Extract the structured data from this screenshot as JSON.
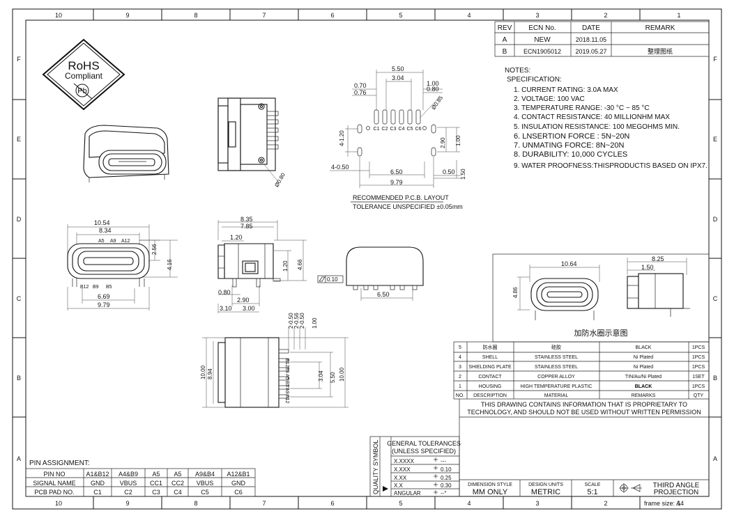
{
  "frame": {
    "columns": [
      "10",
      "9",
      "8",
      "7",
      "6",
      "5",
      "4",
      "3",
      "2",
      "1"
    ],
    "rows": [
      "F",
      "E",
      "D",
      "C",
      "B",
      "A"
    ]
  },
  "revision_table": {
    "headers": [
      "REV",
      "ECN No.",
      "DATE",
      "REMARK"
    ],
    "rows": [
      [
        "A",
        "NEW",
        "2018.11.05",
        ""
      ],
      [
        "B",
        "ECN1905012",
        "2019.05.27",
        "整理图纸"
      ]
    ]
  },
  "rohs": {
    "line1": "RoHS",
    "line2": "Compliant",
    "line3": "Pb"
  },
  "notes": {
    "title": "NOTES:",
    "subtitle": "SPECIFICATION:",
    "items": [
      "1. CURRENT RATING: 3.0A MAX",
      "2. VOLTAGE: 100 VAC",
      "3. TEMPERATURE RANGE: -30 °C ~ 85 °C",
      "4. CONTACT RESISTANCE: 40 MILLIONHM MAX",
      "5. INSULATION RESISTANCE: 100 MEGOHMS MIN.",
      "6. LNSERTION FORCE : 5N~20N",
      "7. UNMATING FORCE: 8N~20N",
      "8. DURABILITY:   10,000 CYCLES",
      "9. WATER PROOFNESS:THISPRODUCTIS BASED ON IPX7."
    ]
  },
  "pcb_layout": {
    "dims": {
      "w550": "5.50",
      "w304": "3.04",
      "w070": "0.70",
      "w076": "0.76",
      "w100": "1.00",
      "w080": "0.80",
      "d085": "Ø0.85",
      "d4x120": "4-1.20",
      "d290": "2.90",
      "d100v": "1.00",
      "d4x050": "4-0.50",
      "w650": "6.50",
      "w979": "9.79",
      "d050": "0.50",
      "d150": "1.50"
    },
    "pin_labels": [
      "C1",
      "C2",
      "C3",
      "C4",
      "C5",
      "C6"
    ],
    "caption1": "RECOMMENDED  P.C.B. LAYOUT",
    "caption2": "TOLERANCE UNSPECIFIED ±0.05mm"
  },
  "side_view": {
    "d080": "Ø0.80"
  },
  "front_view": {
    "w1054": "10.54",
    "w834": "8.34",
    "h256": "2.56",
    "h416": "4.16",
    "w669": "6.69",
    "w979": "9.79",
    "top_pins": [
      "A5",
      "A9",
      "A12"
    ],
    "bottom_pins": [
      "B12",
      "B9",
      "B5"
    ]
  },
  "profile_view": {
    "w835": "8.35",
    "w785": "7.85",
    "w120": "1.20",
    "h120": "1.20",
    "h466": "4.66",
    "w080": "0.80",
    "w290": "2.90",
    "w310": "3.10",
    "w300": "3.00"
  },
  "flat_view": {
    "flatness": "0.10",
    "w650": "6.50"
  },
  "bottom_view": {
    "h1000": "10.00",
    "h894": "8.94",
    "d2x050a": "2-0.50",
    "d2x056": "2-0.56",
    "d2x050b": "2-0.50",
    "d100": "1.00",
    "h304": "3.04",
    "h550": "5.50",
    "h1000r": "10.00",
    "pin_labels": [
      "B12",
      "B9",
      "A5",
      "B5",
      "A9",
      "A12"
    ]
  },
  "seal_view": {
    "w1064": "10.64",
    "h486": "4.86",
    "w825": "8.25",
    "w150": "1.50",
    "caption": "加防水圈示意图"
  },
  "bom": {
    "rows": [
      [
        "5",
        "防水圈",
        "硅胶",
        "BLACK",
        "1PCS"
      ],
      [
        "4",
        "SHELL",
        "STAINLESS STEEL",
        "Ni Plated",
        "1PCS"
      ],
      [
        "3",
        "SHIELDING PLATE",
        "STAINLESS STEEL",
        "Ni Plated",
        "1PCS"
      ],
      [
        "2",
        "CONTACT",
        "COPPER ALLOY",
        "TIN/Au/Ni Plated",
        "1SET"
      ],
      [
        "1",
        "HOUSING",
        "HIGH TEMPERATURE PLASTIC",
        "BLACK",
        "1PCS"
      ]
    ],
    "header": [
      "NO.",
      "DESCRIPTION",
      "MATERIAL",
      "REMARKS",
      "QTY"
    ]
  },
  "proprietary": {
    "line1": "THIS DRAWING CONTAINS INFORMATION THAT IS PROPRIETARY TO",
    "line2": "TECHNOLOGY, AND SHOULD NOT BE USED WITHOUT WRITTEN PERMISSION"
  },
  "pin_assignment": {
    "title": "PIN ASSIGNMENT:",
    "rows": [
      [
        "PIN NO",
        "A1&B12",
        "A4&B9",
        "A5",
        "A5",
        "A9&B4",
        "A12&B1"
      ],
      [
        "SIGNAL NAME",
        "GND",
        "VBUS",
        "CC1",
        "CC2",
        "VBUS",
        "GND"
      ],
      [
        "PCB PAD NO.",
        "C1",
        "C2",
        "C3",
        "C4",
        "C5",
        "C6"
      ]
    ]
  },
  "tolerances": {
    "qs_label": "QUALITY SYMBOL",
    "title1": "GENERAL TOLERANCES",
    "title2": "(UNLESS SPECIFIED)",
    "rows": [
      [
        "X.XXXX",
        "---"
      ],
      [
        "X.XXX",
        "0.10"
      ],
      [
        "X.XX",
        "0.25"
      ],
      [
        "X.X",
        "0.30"
      ],
      [
        "ANGULAR",
        "--°"
      ]
    ]
  },
  "title_block": {
    "dim_style_label": "DIMENSION STYLE",
    "dim_style": "MM ONLY",
    "units_label": "DESIGN UNITS",
    "units": "METRIC",
    "scale_label": "SCALE",
    "scale": "5:1",
    "projection": "THIRD ANGLE\nPROJECTION",
    "projection1": "THIRD ANGLE",
    "projection2": "PROJECTION",
    "frame_size": "frame size: A4"
  }
}
